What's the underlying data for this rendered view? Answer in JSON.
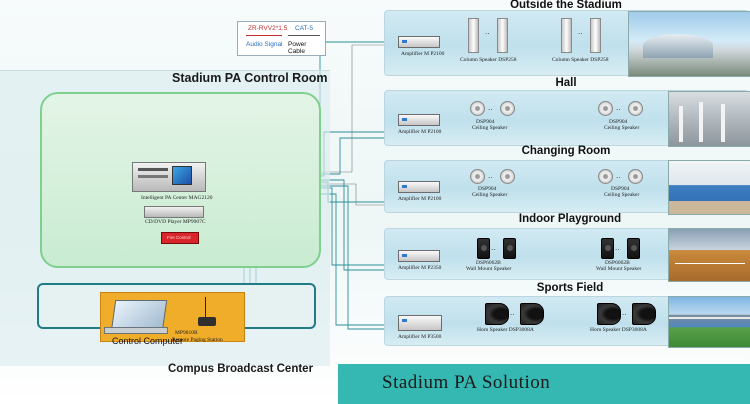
{
  "legend": {
    "cable1": "ZR-RVV2*1.5",
    "cable2": "CAT-5",
    "label1": "Audio Signal",
    "label2": "Power Cable"
  },
  "control_room": {
    "title": "Stadium PA Control Room",
    "pa_center": "Intelligent PA Center MAG2120",
    "dvd_player": "CD/DVD Player MP9907C",
    "red_unit": "Fire Control"
  },
  "broadcast_center": {
    "title": "Compus Broadcast Center",
    "computer_label": "Control Computer",
    "paging_model": "MP9810R",
    "paging_label": "Remote Paging Station"
  },
  "zones": [
    {
      "title": "Outside the Stadium",
      "amp": "Amplifier M P2100",
      "spk1": "Column Speaker DSP258",
      "spk2": "Column Speaker DSP258",
      "dots": ".."
    },
    {
      "title": "Hall",
      "amp": "Amplifier M P2100",
      "spk1a": "DSP904",
      "spk1b": "Ceiling Speaker",
      "spk2a": "DSP904",
      "spk2b": "Ceiling Speaker",
      "dots": ".."
    },
    {
      "title": "Changing Room",
      "amp": "Amplifier M P2100",
      "spk1a": "DSP904",
      "spk1b": "Ceiling Speaker",
      "spk2a": "DSP904",
      "spk2b": "Ceiling Speaker",
      "dots": ".."
    },
    {
      "title": "Indoor Playground",
      "amp": "Amplifier M P2350",
      "spk1a": "DSP6062B",
      "spk1b": "Wall Mount Speaker",
      "spk2a": "DSP6062B",
      "spk2b": "Wall Mount Speaker",
      "dots": ".."
    },
    {
      "title": "Sports Field",
      "amp": "Amplifier M P3500",
      "spk1": "Horn Speaker DSP3008A",
      "spk2": "Horn Speaker DSP3008A",
      "dots": ".."
    }
  ],
  "solution_title": "Stadium PA Solution",
  "colors": {
    "teal": "#35b8b2",
    "wire": "#2a8f98",
    "green_border": "#7fd08f",
    "red": "#d8262b",
    "orange": "#f0ad2a"
  }
}
